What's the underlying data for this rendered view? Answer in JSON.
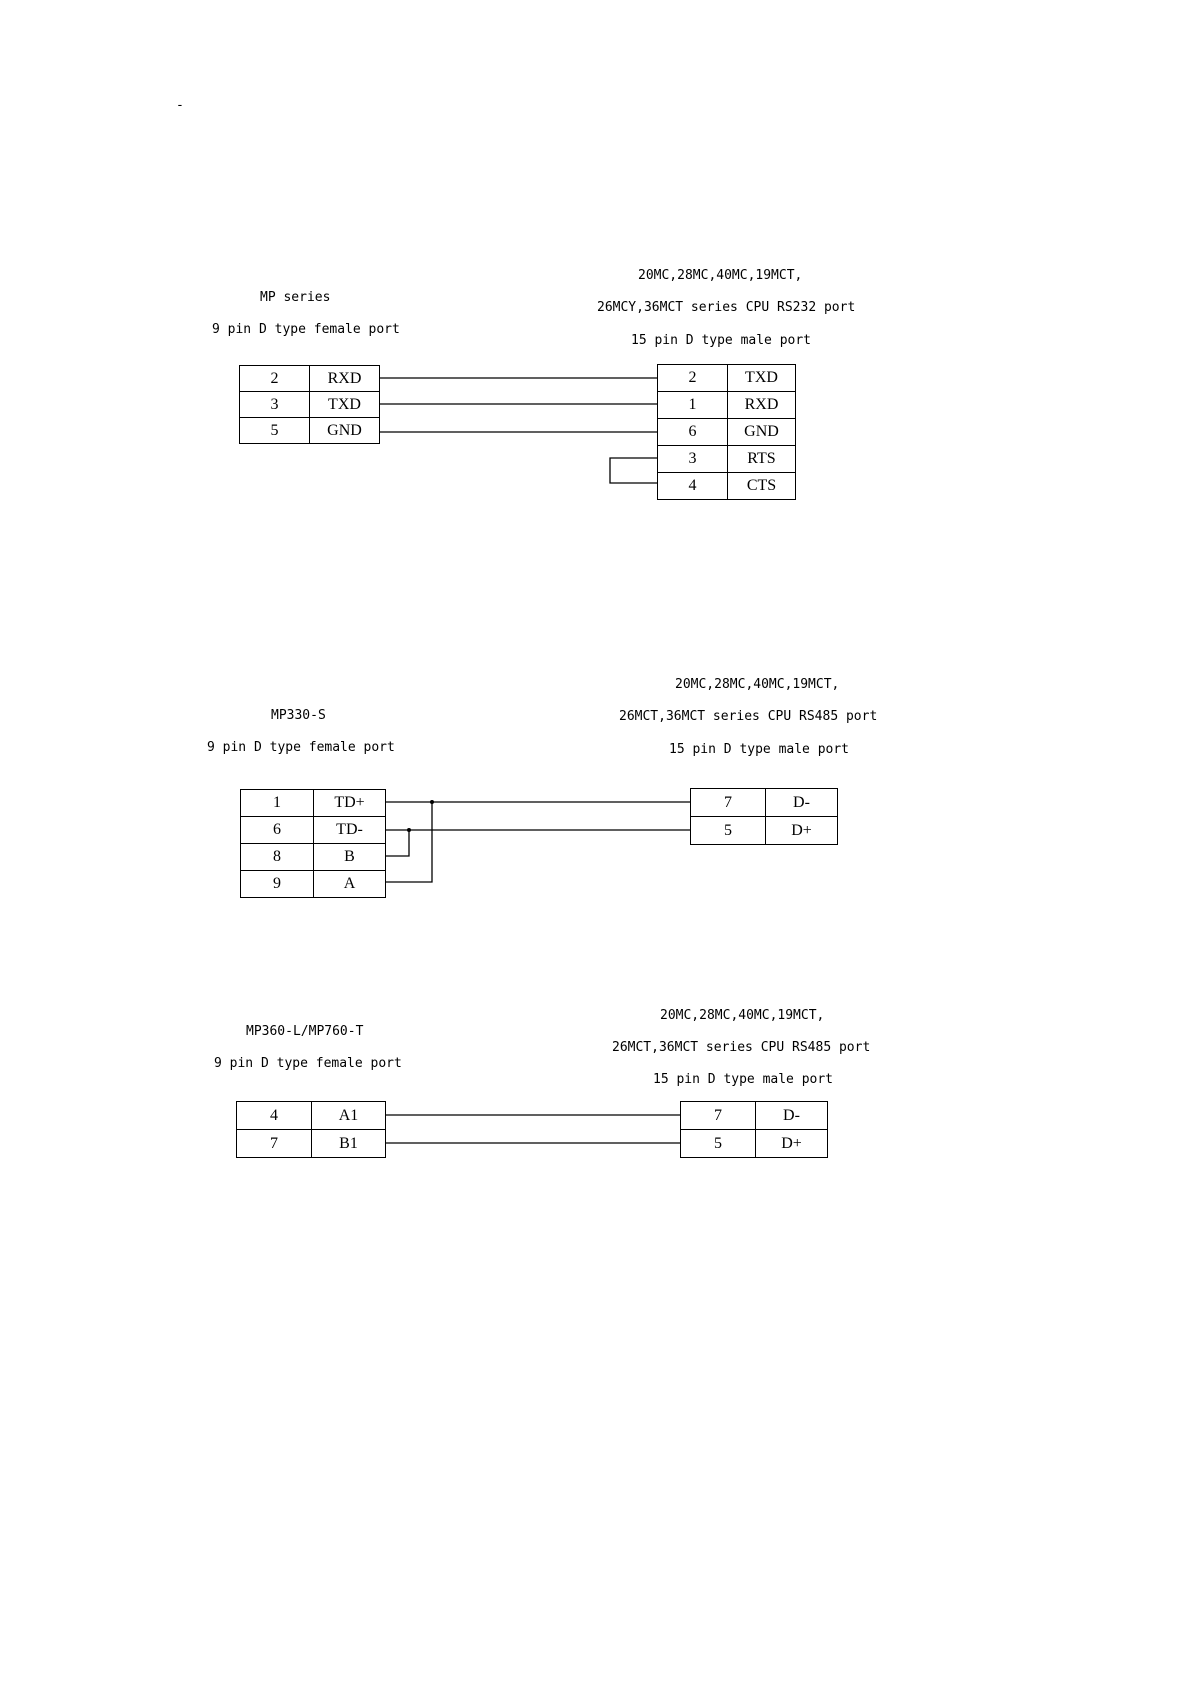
{
  "page_mark": "-",
  "d1": {
    "left": {
      "line1": "MP series",
      "line2": "9 pin D type female port",
      "rows": [
        {
          "pin": "2",
          "sig": "RXD"
        },
        {
          "pin": "3",
          "sig": "TXD"
        },
        {
          "pin": "5",
          "sig": "GND"
        }
      ]
    },
    "right": {
      "line1": "20MC,28MC,40MC,19MCT,",
      "line2": "26MCY,36MCT series CPU RS232 port",
      "line3": "15 pin D type male port",
      "rows": [
        {
          "pin": "2",
          "sig": "TXD"
        },
        {
          "pin": "1",
          "sig": "RXD"
        },
        {
          "pin": "6",
          "sig": "GND"
        },
        {
          "pin": "3",
          "sig": "RTS"
        },
        {
          "pin": "4",
          "sig": "CTS"
        }
      ]
    }
  },
  "d2": {
    "left": {
      "line1": "MP330-S",
      "line2": "9 pin D type  female port",
      "rows": [
        {
          "pin": "1",
          "sig": "TD+"
        },
        {
          "pin": "6",
          "sig": "TD-"
        },
        {
          "pin": "8",
          "sig": "B"
        },
        {
          "pin": "9",
          "sig": "A"
        }
      ]
    },
    "right": {
      "line1": "20MC,28MC,40MC,19MCT,",
      "line2": "26MCT,36MCT series CPU RS485 port",
      "line3": "15 pin D type male port",
      "rows": [
        {
          "pin": "7",
          "sig": "D-"
        },
        {
          "pin": "5",
          "sig": "D+"
        }
      ]
    }
  },
  "d3": {
    "left": {
      "line1": "MP360-L/MP760-T",
      "line2": "9 pin D type female port",
      "rows": [
        {
          "pin": "4",
          "sig": "A1"
        },
        {
          "pin": "7",
          "sig": "B1"
        }
      ]
    },
    "right": {
      "line1": "20MC,28MC,40MC,19MCT,",
      "line2": "26MCT,36MCT series CPU RS485 port",
      "line3": "15 pin D type male port",
      "rows": [
        {
          "pin": "7",
          "sig": "D-"
        },
        {
          "pin": "5",
          "sig": "D+"
        }
      ]
    }
  }
}
